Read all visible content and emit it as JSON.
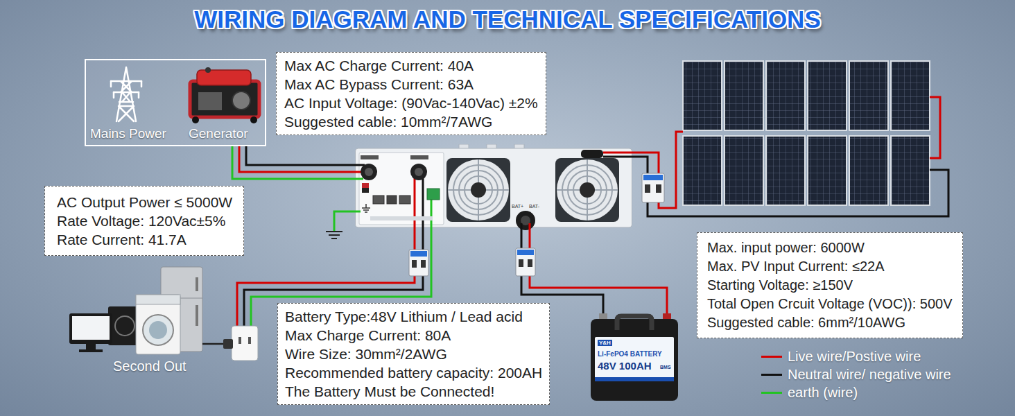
{
  "diagram": {
    "title": "WIRING DIAGRAM AND TECHNICAL SPECIFICATIONS",
    "nodes": [
      {
        "text": [
          "Mains Power",
          "Generator"
        ]
      },
      {
        "text": [
          "Max AC Charge Current: 40A",
          "Max AC Bypass Current: 63A",
          "AC Input Voltage: (90Vac-140Vac) ±2%",
          "Suggested cable: 10mm²/7AWG"
        ]
      },
      {
        "text": [
          "AC Output Power ≤ 5000W",
          "Rate Voltage: 120Vac±5%",
          "Rate Current: 41.7A"
        ]
      },
      {
        "text": [
          "BAT+",
          "BAT-"
        ]
      },
      {
        "text": [
          "Max. input power: 6000W",
          "Max. PV Input Current: ≤22A",
          "Starting Voltage: ≥150V",
          "Total Open Crcuit Voltage (VOC)): 500V",
          "Suggested cable: 6mm²/10AWG"
        ]
      },
      {
        "text": [
          "Battery Type:48V Lithium / Lead acid",
          "Max Charge Current: 80A",
          "Wire Size: 30mm²/2AWG",
          "Recommended battery capacity: 200AH",
          "The Battery Must be Connected!"
        ]
      },
      {
        "text": [
          "Y&H",
          "Li-FePO4 BATTERY",
          "48V 100AH",
          "BMS"
        ]
      }
    ],
    "edges": [
      {
        "from": 0,
        "to": 3,
        "arrow": "none"
      },
      {
        "from": 3,
        "to": 6,
        "arrow": "none"
      }
    ],
    "labels": [
      "Second Out"
    ],
    "legend": [
      {
        "text": "Live wire/Postive wire",
        "color": "#d40000"
      },
      {
        "text": "Neutral wire/ negative wire",
        "color": "#111111"
      },
      {
        "text": "earth (wire)",
        "color": "#22c322"
      }
    ]
  }
}
